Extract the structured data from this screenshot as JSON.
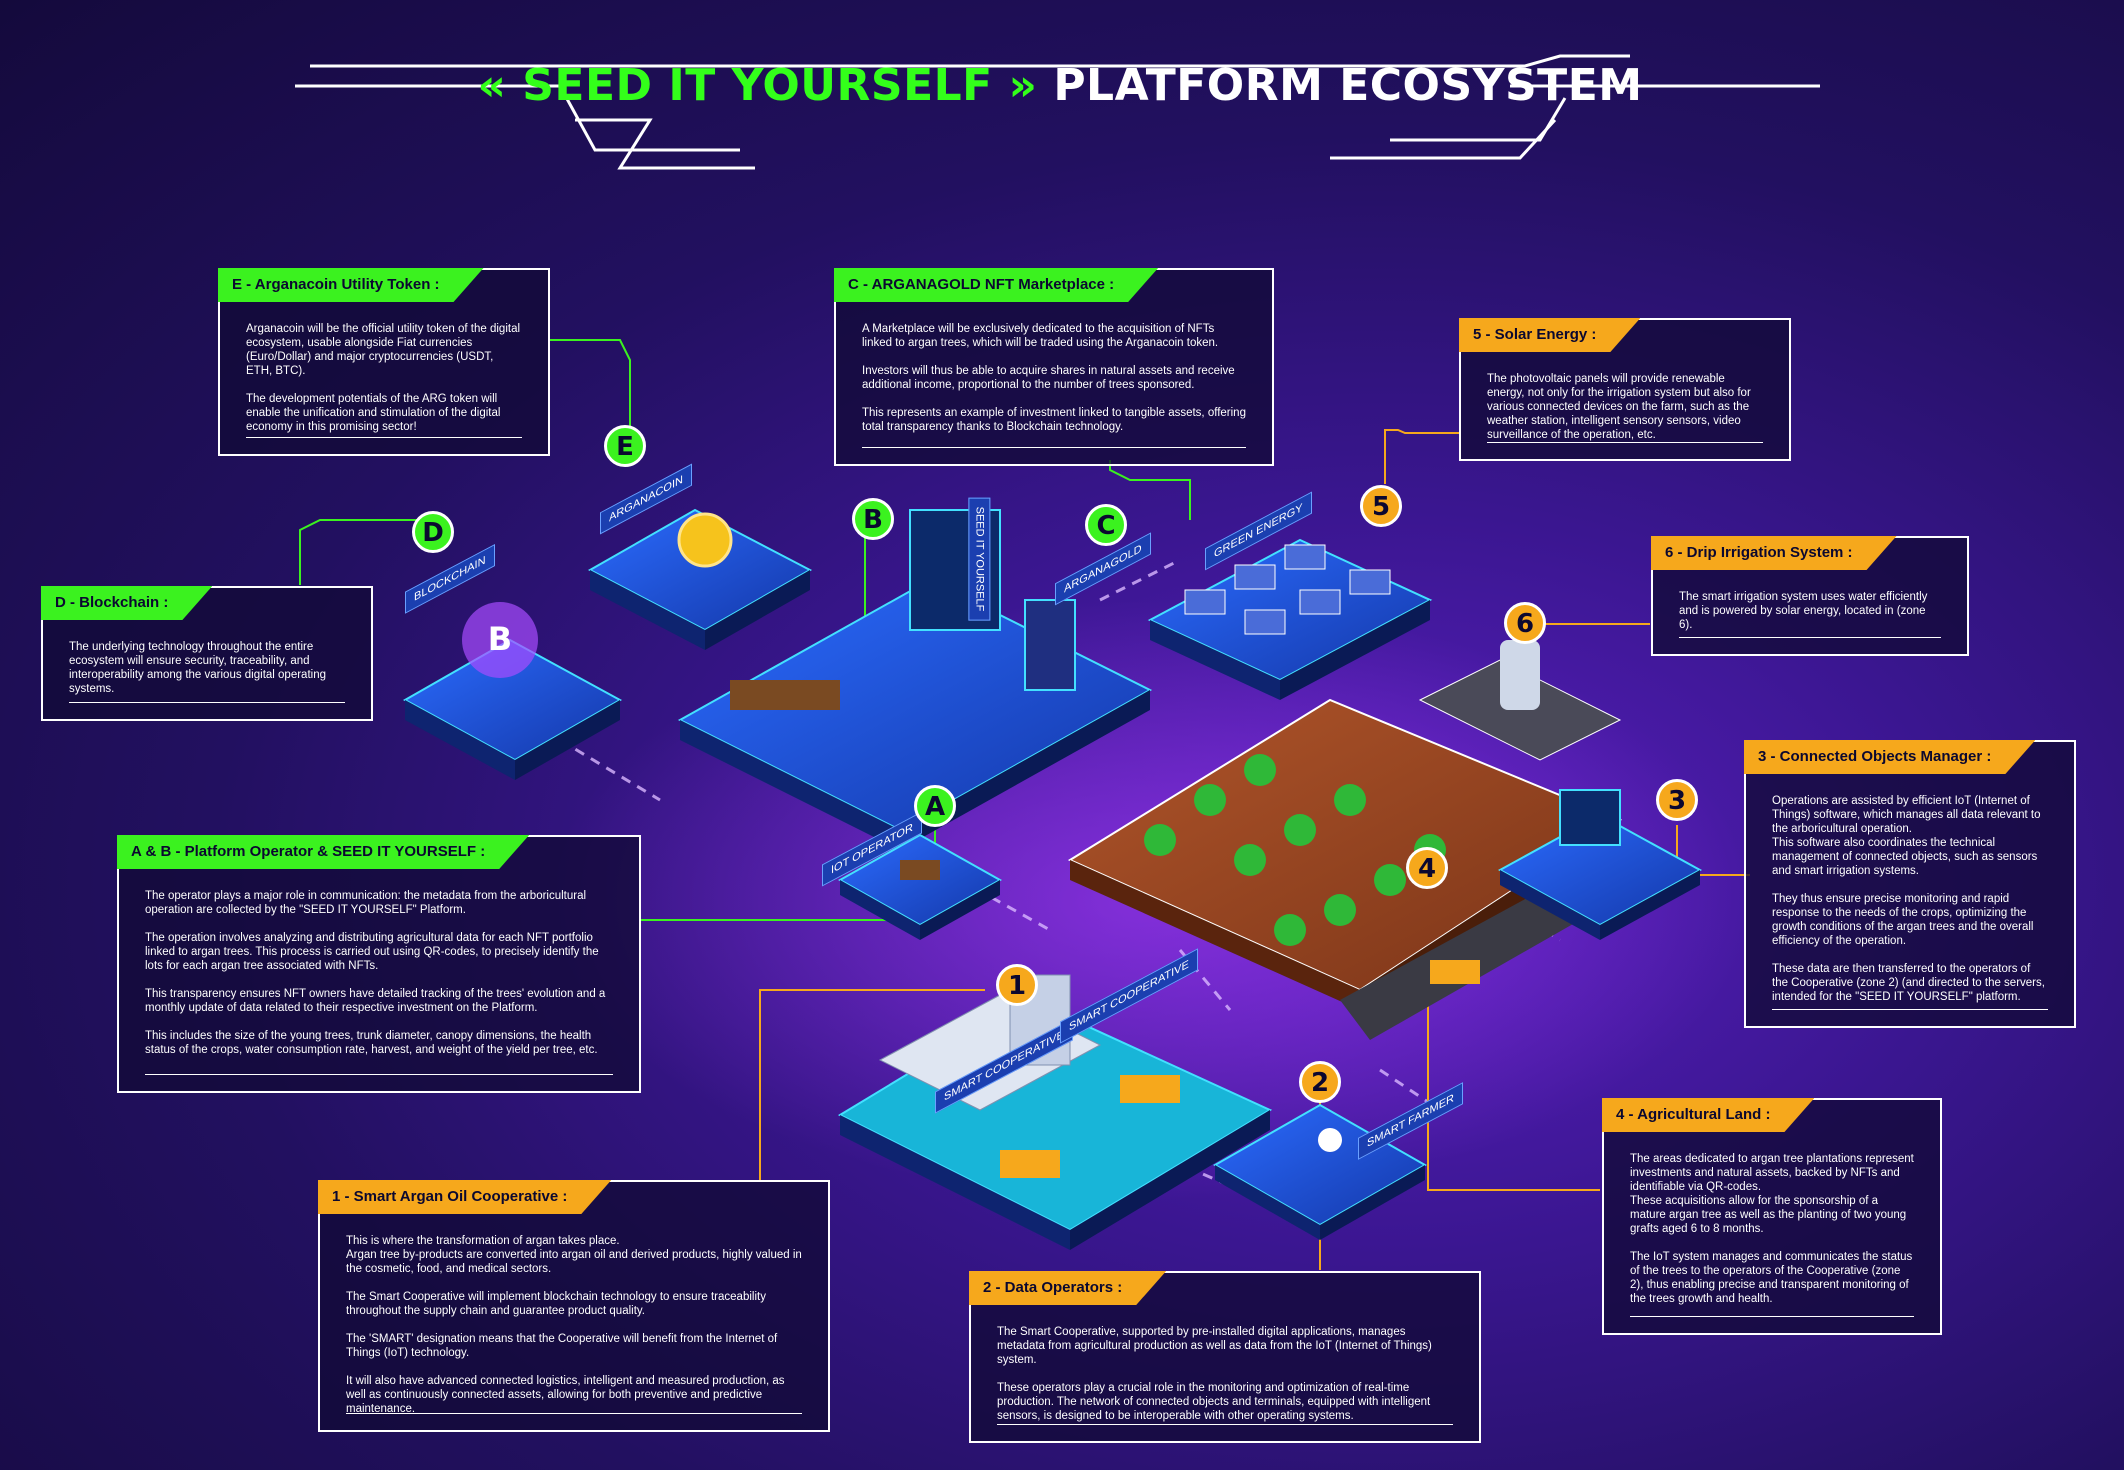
{
  "title": {
    "open_quote": "«",
    "brand": "SEED IT YOURSELF",
    "close_quote": "»",
    "rest": "PLATFORM ECOSYSTEM"
  },
  "colors": {
    "green": "#3bf21f",
    "yellow": "#f6a81c",
    "background": "#2a1270",
    "platform": "#1a4fd8"
  },
  "badges": {
    "A": "A",
    "B": "B",
    "C": "C",
    "D": "D",
    "E": "E",
    "n1": "1",
    "n2": "2",
    "n3": "3",
    "n4": "4",
    "n5": "5",
    "n6": "6"
  },
  "labels": {
    "blockchain": "BLOCKCHAIN",
    "arganacoin": "ARGANACOIN",
    "seed": "SEED IT YOURSELF",
    "arganagold": "ARGANAGOLD",
    "green_energy": "GREEN ENERGY",
    "iot_operator": "IOT OPERATOR",
    "smart_coop_1": "SMART COOPERATIVE",
    "smart_coop_2": "SMART COOPERATIVE",
    "smart_farmer": "SMART FARMER"
  },
  "boxes": {
    "e": {
      "title": "E - Arganacoin Utility Token :",
      "p1": "Arganacoin will be the official utility token of the digital ecosystem, usable alongside Fiat currencies (Euro/Dollar) and major cryptocurrencies (USDT, ETH, BTC).",
      "p2": "The development potentials of the ARG token will enable the unification and stimulation of the digital economy in this promising sector!"
    },
    "c": {
      "title": "C - ARGANAGOLD NFT Marketplace :",
      "p1": "A Marketplace will be exclusively dedicated to the acquisition of NFTs linked to argan trees, which will be traded using the Arganacoin token.",
      "p2": "Investors will thus be able to acquire shares in natural assets and receive additional income, proportional to the number of trees sponsored.",
      "p3": "This represents an example of investment linked to tangible assets, offering total transparency thanks to Blockchain technology."
    },
    "s5": {
      "title": "5 - Solar Energy :",
      "p1": "The photovoltaic panels will provide renewable energy, not only for the irrigation system but also for various connected devices on the farm, such as the weather station, intelligent sensory sensors, video surveillance of the operation, etc."
    },
    "s6": {
      "title": "6 - Drip Irrigation System :",
      "p1": "The smart irrigation system uses water efficiently and is powered by solar energy, located in (zone 6)."
    },
    "d": {
      "title": "D - Blockchain :",
      "p1": "The underlying technology throughout the entire ecosystem will ensure security, traceability, and interoperability among the various digital operating systems."
    },
    "s3": {
      "title": "3 - Connected Objects Manager :",
      "p1": "Operations are assisted by efficient IoT (Internet of Things) software, which manages all data relevant to the arboricultural operation.",
      "p2": "This software also coordinates the technical management of connected objects, such as sensors and smart irrigation systems.",
      "p3": "They thus ensure precise monitoring and rapid response to the needs of the crops, optimizing the growth conditions of the argan trees and the overall efficiency of the operation.",
      "p4": "These data are then transferred to the operators of the Cooperative (zone 2) (and directed to the servers, intended for the \"SEED IT YOURSELF\" platform."
    },
    "ab": {
      "title": "A & B - Platform Operator & SEED IT YOURSELF :",
      "p1": "The operator plays a major role in communication: the metadata from the arboricultural operation are collected by the \"SEED IT YOURSELF\" Platform.",
      "p2": "The operation involves analyzing and distributing agricultural data for each NFT portfolio linked to argan trees. This process is carried out using QR-codes, to precisely identify the lots for each argan tree associated with NFTs.",
      "p3": "This transparency ensures NFT owners have detailed tracking of the trees' evolution and a monthly update of data related to their respective investment on the Platform.",
      "p4": "This includes the size of the young trees, trunk diameter, canopy dimensions, the health status of the crops, water consumption rate, harvest, and weight of the yield per tree, etc."
    },
    "s4": {
      "title": "4 - Agricultural Land :",
      "p1": "The areas dedicated to argan tree plantations represent investments and natural assets, backed by NFTs and identifiable via QR-codes.",
      "p2": "These acquisitions allow for the sponsorship of a mature argan tree as well as the planting of two young grafts aged 6 to 8 months.",
      "p3": "The IoT system manages and communicates the status of the trees to the operators of the Cooperative (zone 2), thus enabling precise and transparent monitoring of the trees growth and health."
    },
    "s1": {
      "title": "1 - Smart Argan Oil Cooperative :",
      "p1": "This is where the transformation of argan takes place.",
      "p2": "Argan tree by-products are converted into argan oil and derived products, highly valued in the cosmetic, food, and medical sectors.",
      "p3": "The Smart Cooperative will implement blockchain technology to ensure traceability throughout the supply chain and guarantee product quality.",
      "p4": "The 'SMART' designation means that the Cooperative will benefit from the Internet of Things (IoT) technology.",
      "p5": "It will also have advanced connected logistics, intelligent and measured production, as well as continuously connected assets, allowing for both preventive and predictive maintenance."
    },
    "s2": {
      "title": "2 - Data Operators :",
      "p1": "The Smart Cooperative, supported by pre-installed digital applications, manages metadata from agricultural production as well as data from the IoT (Internet of Things) system.",
      "p2": "These operators play a crucial role in the monitoring and optimization of real-time production. The network of connected objects and terminals, equipped with intelligent sensors, is designed to be interoperable with other operating systems."
    }
  }
}
